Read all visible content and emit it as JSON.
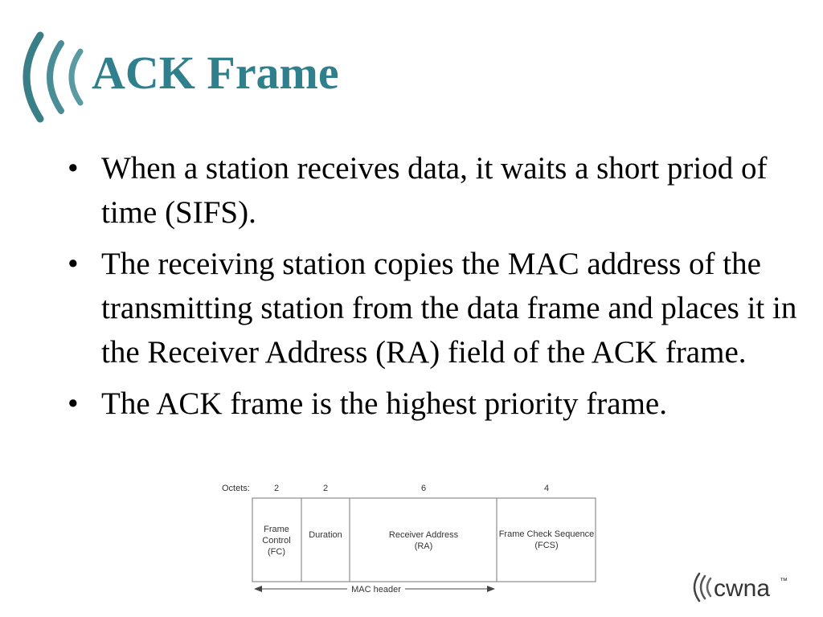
{
  "slide": {
    "title": "ACK Frame",
    "bullets": [
      "When a station receives data, it waits a short priod of time (SIFS).",
      "The receiving station copies the MAC address of the transmitting station from the data frame and places it in the Receiver Address (RA) field of the ACK frame.",
      "The ACK frame is the  highest priority frame."
    ]
  },
  "diagram": {
    "octets_label": "Octets:",
    "fields": [
      {
        "octets": "2",
        "lines": [
          "Frame",
          "Control",
          "(FC)"
        ]
      },
      {
        "octets": "2",
        "lines": [
          "Duration"
        ]
      },
      {
        "octets": "6",
        "lines": [
          "Receiver Address",
          "(RA)"
        ]
      },
      {
        "octets": "4",
        "lines": [
          "Frame Check Sequence",
          "(FCS)"
        ]
      }
    ],
    "mac_header_label": "MAC header"
  },
  "brand": {
    "logo_text": "cwna",
    "trademark": "™",
    "accent_color": "#2f7f8c",
    "arc_color": "#3a7f88"
  }
}
